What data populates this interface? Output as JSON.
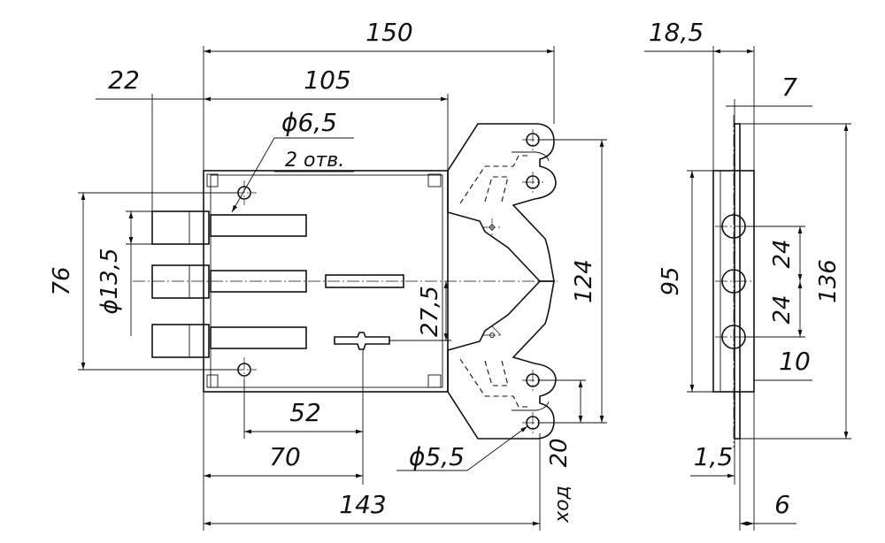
{
  "drawing": {
    "colors": {
      "line": "#111111",
      "background": "#ffffff"
    },
    "dimensions": {
      "width_total": "150",
      "offset_22": "22",
      "width_105": "105",
      "hole_dia_65": "ϕ6,5",
      "hole_count": "2 отв.",
      "height_76": "76",
      "bolt_dia": "ϕ13,5",
      "offset_275": "27,5",
      "height_124": "124",
      "width_52": "52",
      "width_70": "70",
      "width_143": "143",
      "hole_dia_55": "ϕ5,5",
      "stroke_20": "20",
      "stroke_label": "ход",
      "side_185": "18,5",
      "side_7": "7",
      "side_95": "95",
      "side_24a": "24",
      "side_24b": "24",
      "side_136": "136",
      "side_10": "10",
      "side_15": "1,5",
      "side_6": "6"
    }
  }
}
